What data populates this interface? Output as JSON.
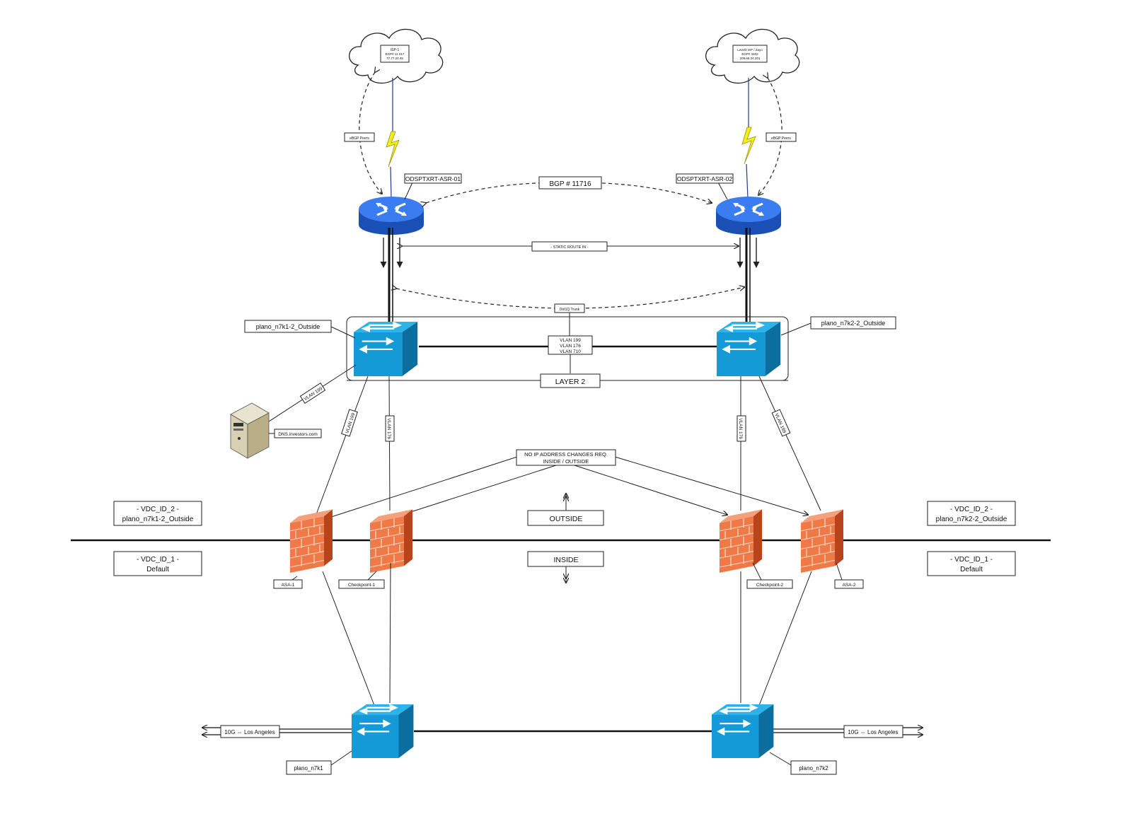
{
  "clouds": {
    "left": {
      "line1": "ISP-1",
      "line2": "EGP# 11 017",
      "line3": "77.77.24.45"
    },
    "right": {
      "line1": "Level3 ISP / Zayo",
      "line2": "EGP# 3402",
      "line3": "209.66.24.201"
    }
  },
  "labels": {
    "ebgp_left": "eBGP Peers",
    "ebgp_right": "eBGP Peers",
    "asr1": "ODSPTXRT-ASR-01",
    "asr2": "ODSPTXRT-ASR-02",
    "bgp": "BGP # 11716",
    "static_route": "- STATIC ROUTE IN -",
    "dot1q": "Dot1Q Trunk",
    "sw_outside_1": "plano_n7k1-2_Outside",
    "sw_outside_2": "plano_n7k2-2_Outside",
    "vlans": [
      "VLAN 199",
      "VLAN 176",
      "VLAN 710"
    ],
    "layer2": "LAYER 2",
    "dns": "DNS.investors.com",
    "vlan199": "VLAN 199",
    "vlan176": "VLAN 176",
    "no_ip_line1": "NO IP ADDRESS CHANGES REQ.",
    "no_ip_line2": "INSIDE / OUTSIDE",
    "outside": "OUTSIDE",
    "inside": "INSIDE",
    "vdc2_left_line1": "- VDC_ID_2 -",
    "vdc2_left_line2": "plano_n7k1-2_Outside",
    "vdc2_right_line1": "- VDC_ID_2 -",
    "vdc2_right_line2": "plano_n7k2-2_Outside",
    "vdc1_left_line1": "- VDC_ID_1 -",
    "vdc1_left_line2": "Default",
    "vdc1_right_line1": "- VDC_ID_1 -",
    "vdc1_right_line2": "Default",
    "asa1": "ASA-1",
    "checkpoint1": "Checkpoint-1",
    "checkpoint2": "Checkpoint-2",
    "asa2": "ASA-2",
    "la_left": "10G ⇔ Los Angeles",
    "la_right": "10G ⇔ Los Angeles",
    "n7k1": "plano_n7k1",
    "n7k2": "plano_n7k2"
  },
  "colors": {
    "router": "#2f6fe0",
    "switch": "#1a9fd6",
    "firewall": "#e8663a",
    "lightning": "#f2ee1a"
  }
}
